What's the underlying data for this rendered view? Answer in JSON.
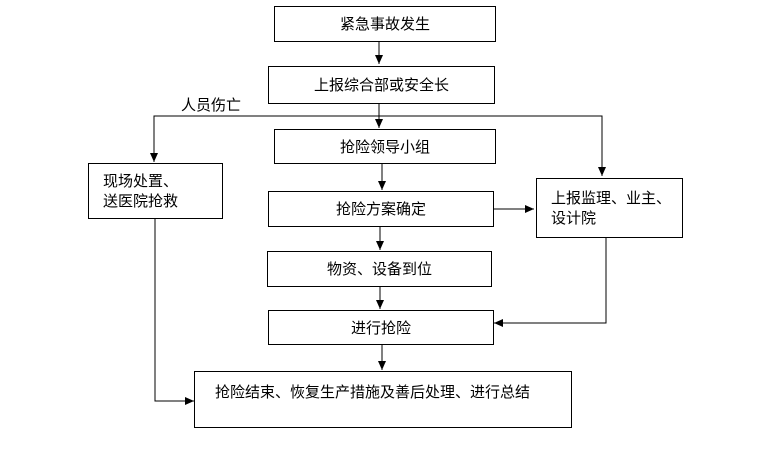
{
  "diagram": {
    "nodes": {
      "emergency_occurs": "紧急事故发生",
      "report_safety_chief": "上报综合部或安全长",
      "rescue_leader_group": "抢险领导小组",
      "onsite_disposal_line1": "现场处置、",
      "onsite_disposal_line2": "送医院抢救",
      "rescue_plan_confirmed": "抢险方案确定",
      "report_supervisor_line1": "上报监理、业主、",
      "report_supervisor_line2": "设计院",
      "materials_equipment_ready": "物资、设备到位",
      "perform_rescue": "进行抢险",
      "rescue_end": "抢险结束、恢复生产措施及善后处理、进行总结"
    },
    "edge_labels": {
      "casualties": "人员伤亡"
    }
  }
}
